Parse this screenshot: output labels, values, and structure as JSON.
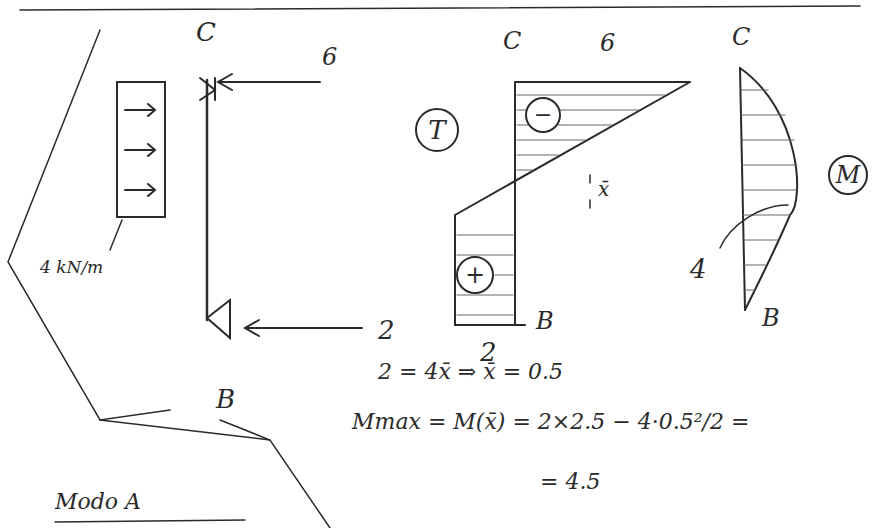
{
  "diagram": {
    "nodes": [
      {
        "text": [
          "T"
        ]
      },
      {
        "text": [
          "−"
        ]
      },
      {
        "text": [
          "+"
        ]
      },
      {
        "text": [
          "M"
        ]
      }
    ],
    "labels": [
      "C",
      "6",
      "B",
      "2",
      "4 kN/m",
      "C",
      "6",
      "x̄",
      "B",
      "2",
      "C",
      "4",
      "B",
      "2 = 4x̄ ⇒ x̄ = 0.5",
      "Mmax = M(x̄) = 2×2.5 − 4·0.5²/2 =",
      "= 4.5",
      "Modo A"
    ]
  }
}
